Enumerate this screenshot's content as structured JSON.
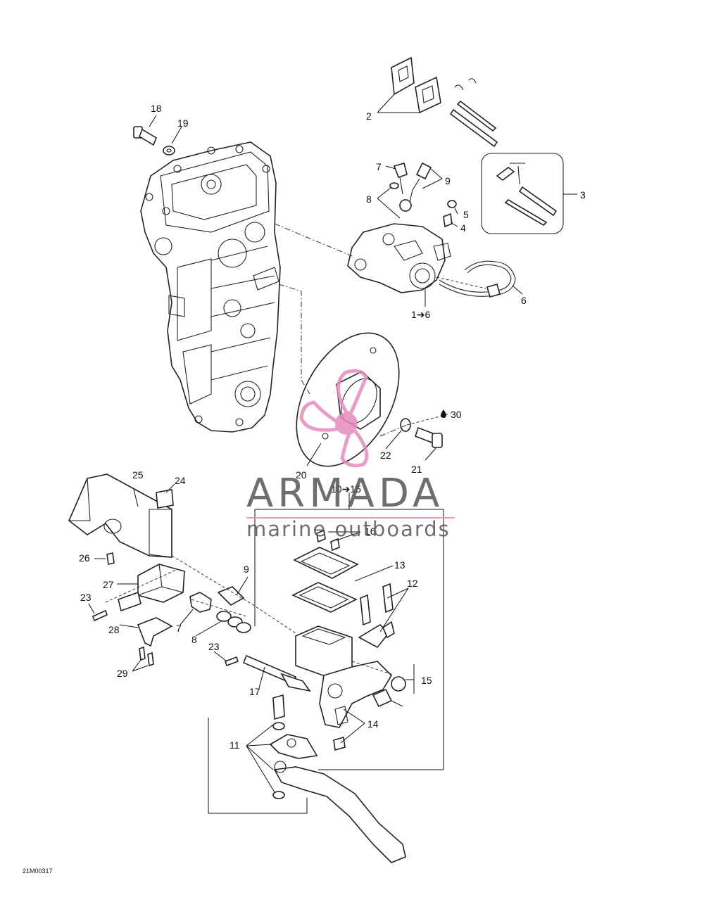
{
  "diagram": {
    "callouts": {
      "c1to6": "1➔6",
      "c2": "2",
      "c3": "3",
      "c4": "4",
      "c5": "5",
      "c6": "6",
      "c7a": "7",
      "c8a": "8",
      "c9a": "9",
      "c18": "18",
      "c19": "19",
      "c20": "20",
      "c21": "21",
      "c22": "22",
      "c30": "30",
      "c10to15": "10➔15",
      "c16": "16",
      "c13": "13",
      "c12": "12",
      "c15": "15",
      "c14": "14",
      "c11": "11",
      "c17": "17",
      "c25": "25",
      "c24": "24",
      "c26": "26",
      "c27": "27",
      "c23a": "23",
      "c28": "28",
      "c29": "29",
      "c9b": "9",
      "c7b": "7",
      "c8b": "8",
      "c23b": "23"
    },
    "drawing_code": "21M00317",
    "icons": [
      "glue-drop-icon"
    ]
  },
  "watermark": {
    "brand": "ARMADA",
    "tagline": "marine outboards",
    "colors": {
      "text": "#555555",
      "propeller": "#e48bbd",
      "rule": "#e48bbd"
    }
  }
}
